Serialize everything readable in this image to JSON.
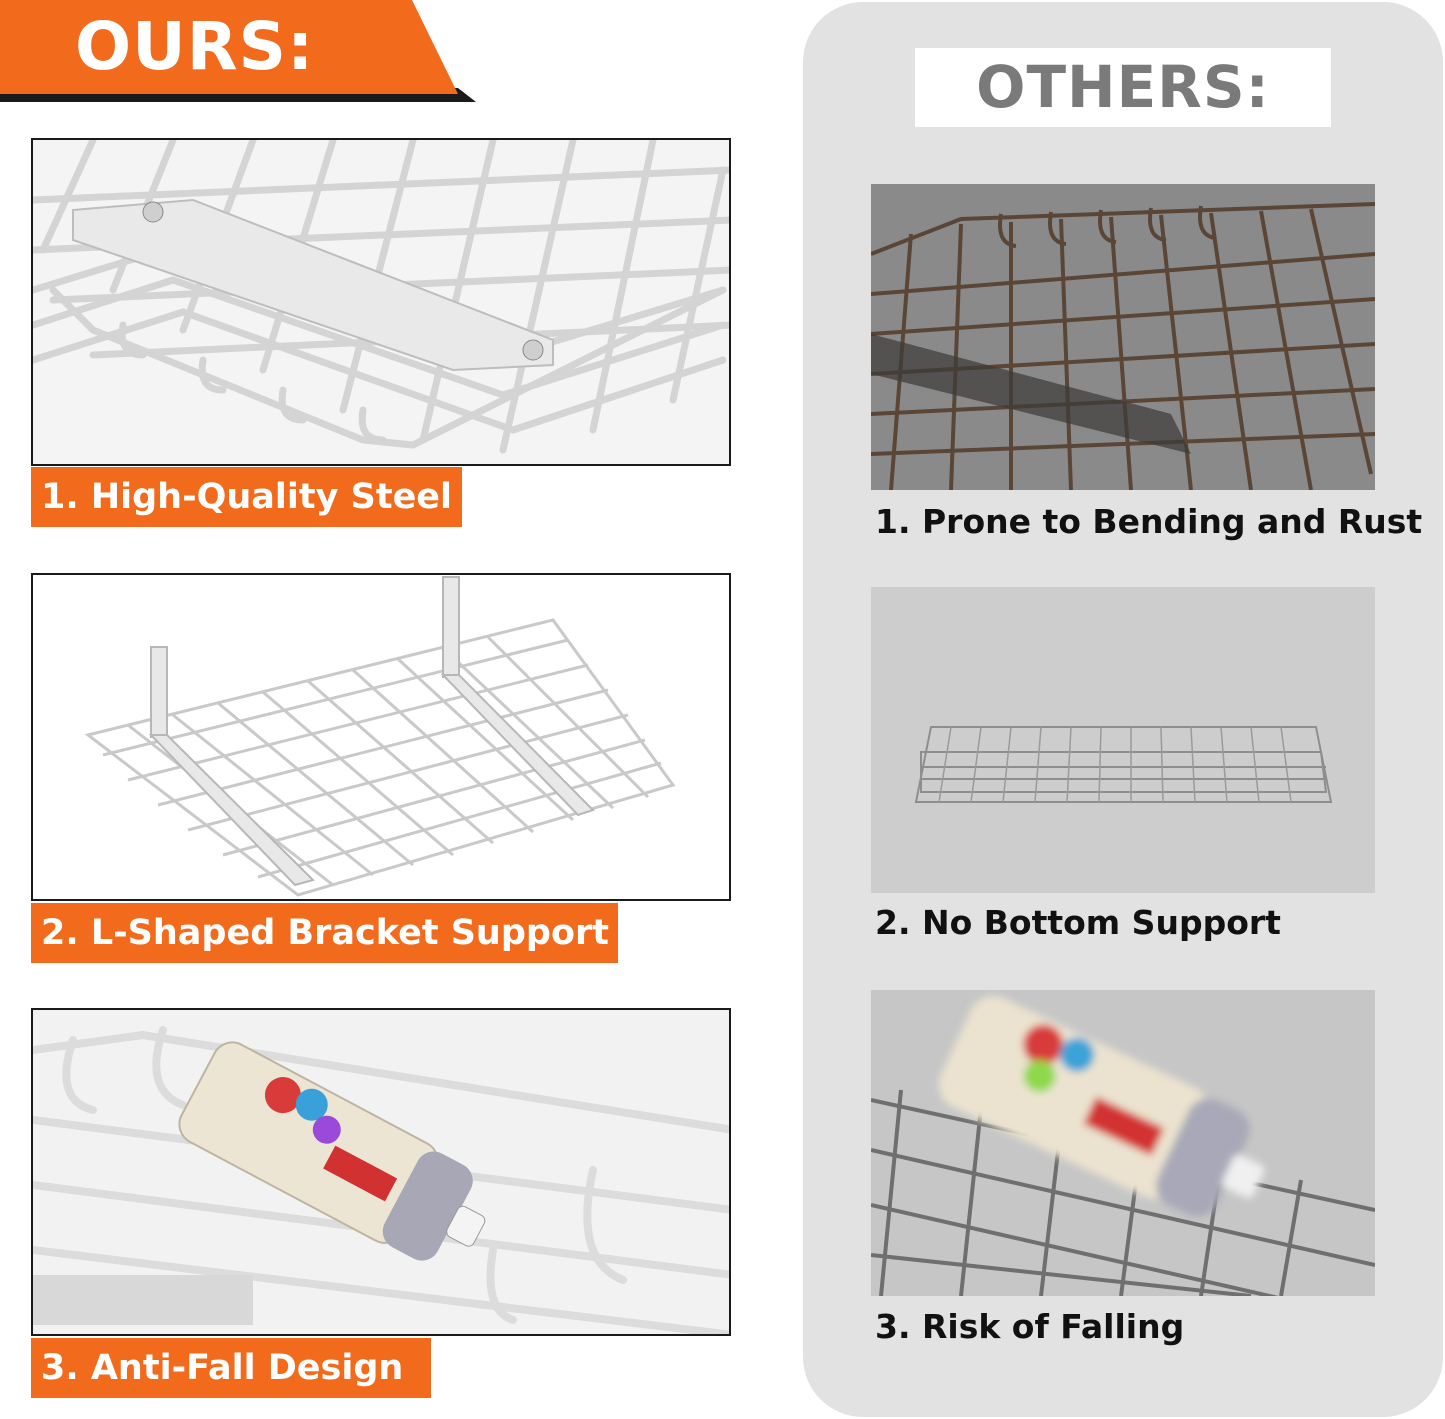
{
  "ours": {
    "title": "OURS:",
    "features": [
      {
        "label": "1. High-Quality Steel"
      },
      {
        "label": "2. L-Shaped Bracket Support"
      },
      {
        "label": "3. Anti-Fall Design"
      }
    ]
  },
  "others": {
    "title": "OTHERS:",
    "features": [
      {
        "label": "1. Prone to Bending and Rust"
      },
      {
        "label": "2. No Bottom Support"
      },
      {
        "label": "3. Risk of Falling"
      }
    ]
  },
  "colors": {
    "accent": "#f26a1b",
    "dark": "#1a1a1a",
    "panel": "#e2e2e2",
    "others_title": "#7a7a7a"
  }
}
